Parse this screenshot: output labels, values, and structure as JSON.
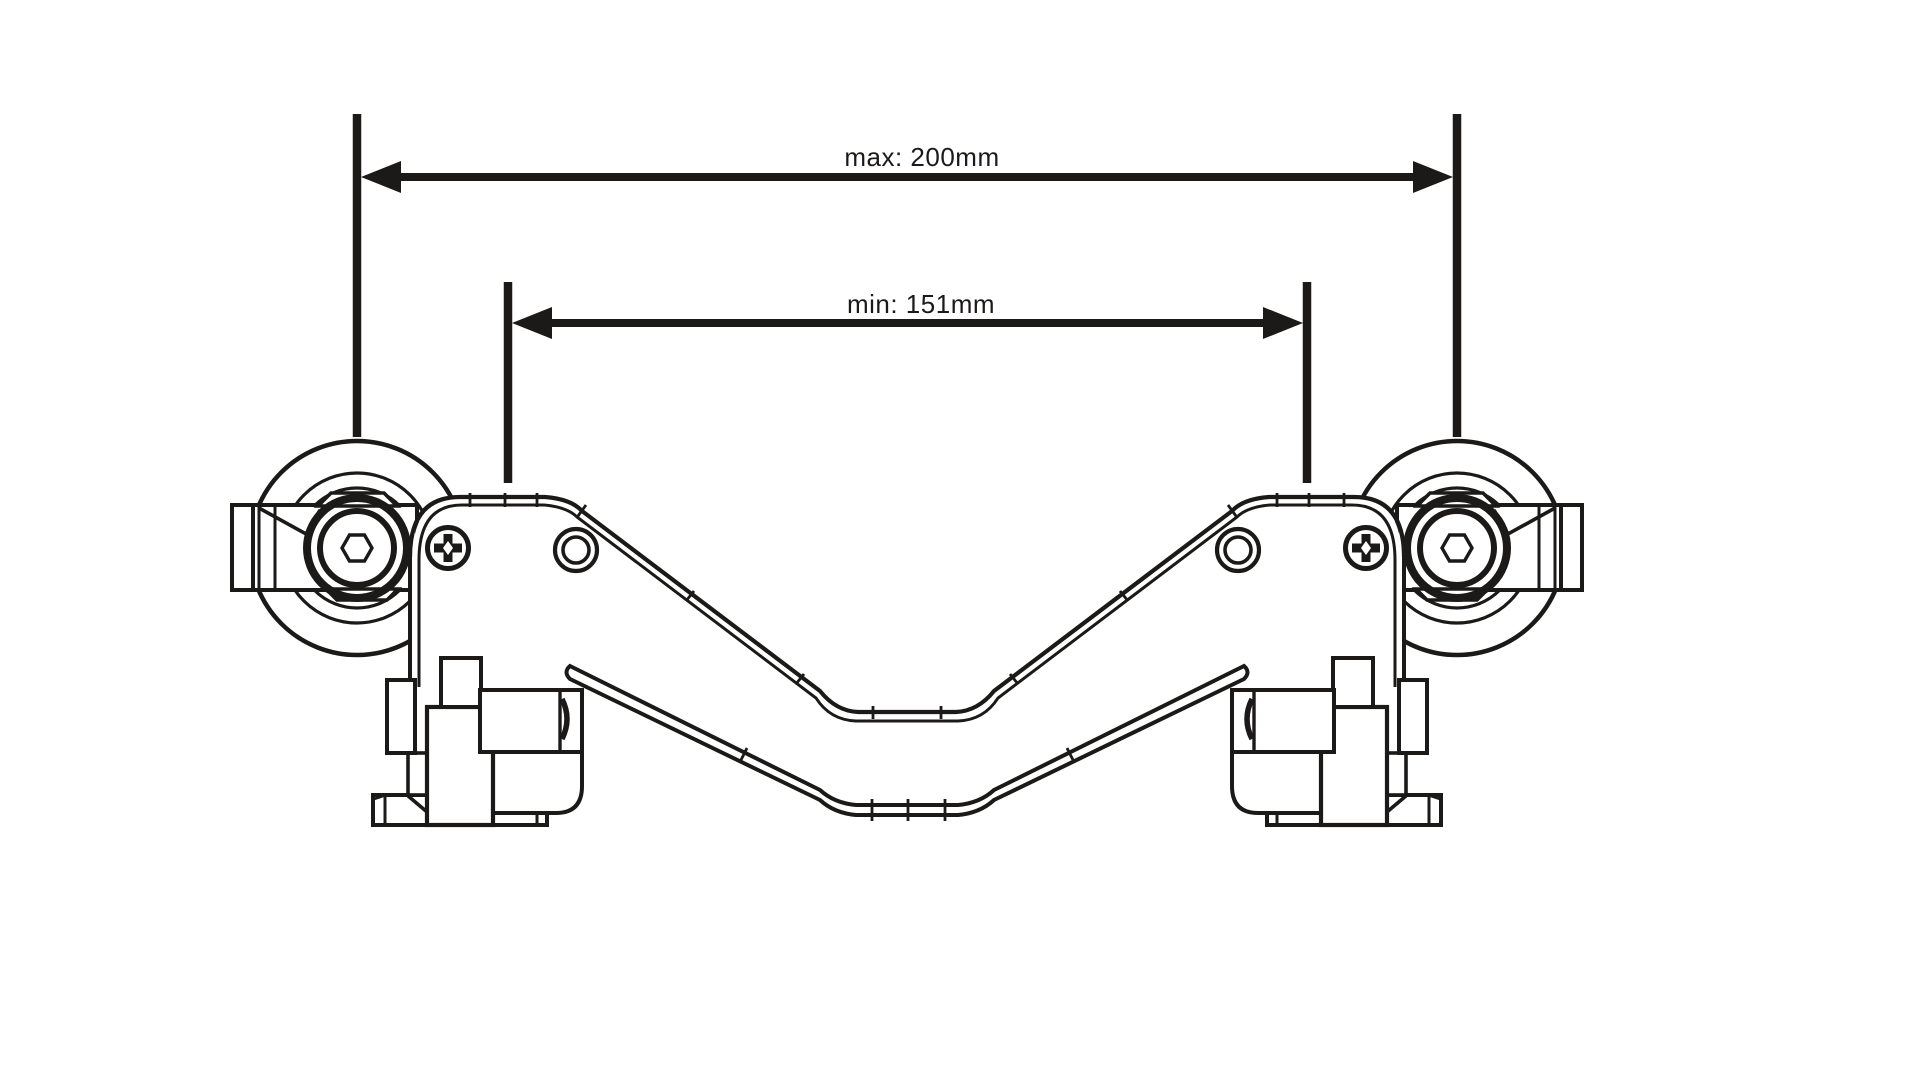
{
  "colors": {
    "ink": "#1c1a19",
    "background": "#ffffff"
  },
  "drawing": {
    "view": "front elevation of twin-roller sliding bracket",
    "dimensions": {
      "max": {
        "label": "max: 200mm",
        "value_mm": 200
      },
      "min": {
        "label": "min: 151mm",
        "value_mm": 151
      }
    }
  }
}
